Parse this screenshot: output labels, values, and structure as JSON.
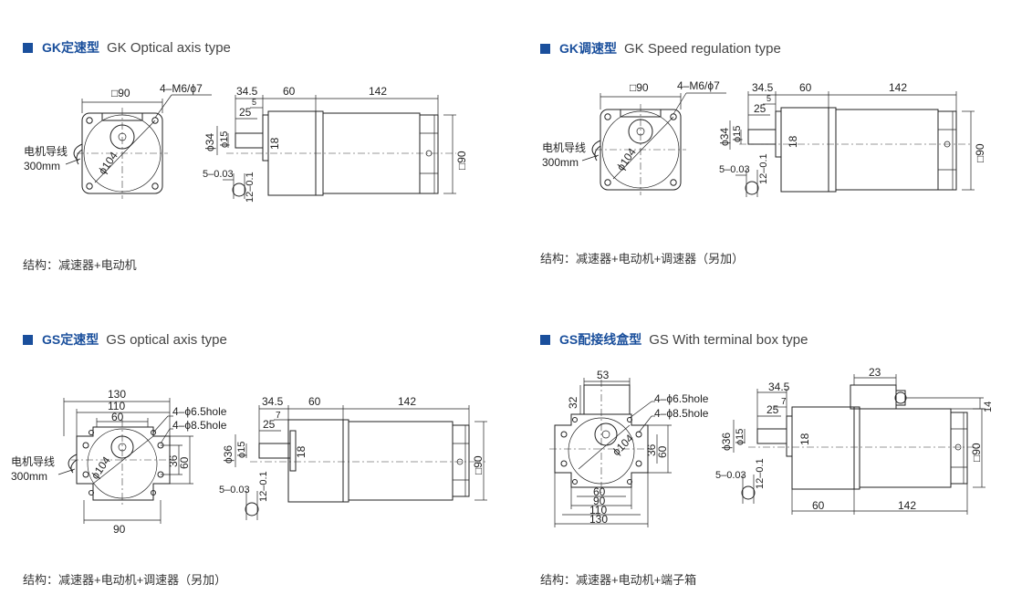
{
  "panels": [
    {
      "id": "gk-optical",
      "title_zh": "GK定速型",
      "title_en": "GK Optical axis type",
      "structure": "结构：减速器+电动机",
      "labels": {
        "face_width": "□90",
        "mount_holes": "4–M6/ϕ7",
        "pcd": "ϕ104",
        "lead_wire": "电机导线",
        "lead_len": "300mm",
        "d_34_5": "34.5",
        "d_60": "60",
        "d_142": "142",
        "d_25": "25",
        "d_5": "5",
        "d_phi34": "ϕ34",
        "d_phi15": "ϕ15",
        "d_18": "18",
        "d_90": "□90",
        "key_w": "5–0.03",
        "key_h": "12–0.1"
      }
    },
    {
      "id": "gk-speed",
      "title_zh": "GK调速型",
      "title_en": "GK Speed regulation type",
      "structure": "结构：减速器+电动机+调速器（另加）",
      "labels": {
        "face_width": "□90",
        "mount_holes": "4–M6/ϕ7",
        "pcd": "ϕ104",
        "lead_wire": "电机导线",
        "lead_len": "300mm",
        "d_34_5": "34.5",
        "d_60": "60",
        "d_142": "142",
        "d_25": "25",
        "d_5": "5",
        "d_phi34": "ϕ34",
        "d_phi15": "ϕ15",
        "d_18": "18",
        "d_90": "□90",
        "key_w": "5–0.03",
        "key_h": "12–0.1"
      }
    },
    {
      "id": "gs-optical",
      "title_zh": "GS定速型",
      "title_en": "GS optical axis type",
      "structure": "结构：减速器+电动机+调速器（另加）",
      "labels": {
        "w130": "130",
        "w110": "110",
        "w60": "60",
        "w90": "90",
        "hole1": "4–ϕ6.5hole",
        "hole2": "4–ϕ8.5hole",
        "pcd": "ϕ104",
        "h36": "36",
        "h60": "60",
        "lead_wire": "电机导线",
        "lead_len": "300mm",
        "d_34_5": "34.5",
        "d_60": "60",
        "d_142": "142",
        "d_25": "25",
        "d_7": "7",
        "d_phi36": "ϕ36",
        "d_phi15": "ϕ15",
        "d_18": "18",
        "d_90": "□90",
        "key_w": "5–0.03",
        "key_h": "12–0.1"
      }
    },
    {
      "id": "gs-terminal",
      "title_zh": "GS配接线盒型",
      "title_en": "GS With terminal box type",
      "structure": "结构：减速器+电动机+端子箱",
      "labels": {
        "w53": "53",
        "h32": "32",
        "hole1": "4–ϕ6.5hole",
        "hole2": "4–ϕ8.5hole",
        "pcd": "ϕ104",
        "h36": "36",
        "h60": "60",
        "w60": "60",
        "w90": "90",
        "w110": "110",
        "w130": "130",
        "d_34_5": "34.5",
        "d_25": "25",
        "d_7": "7",
        "d_23": "23",
        "d_14": "14",
        "d_phi36": "ϕ36",
        "d_phi15": "ϕ15",
        "d_18": "18",
        "d_90": "□90",
        "d_60": "60",
        "d_142": "142",
        "key_w": "5–0.03",
        "key_h": "12–0.1"
      }
    }
  ],
  "colors": {
    "accent": "#1a4f9c",
    "line": "#222222",
    "text": "#333333"
  }
}
